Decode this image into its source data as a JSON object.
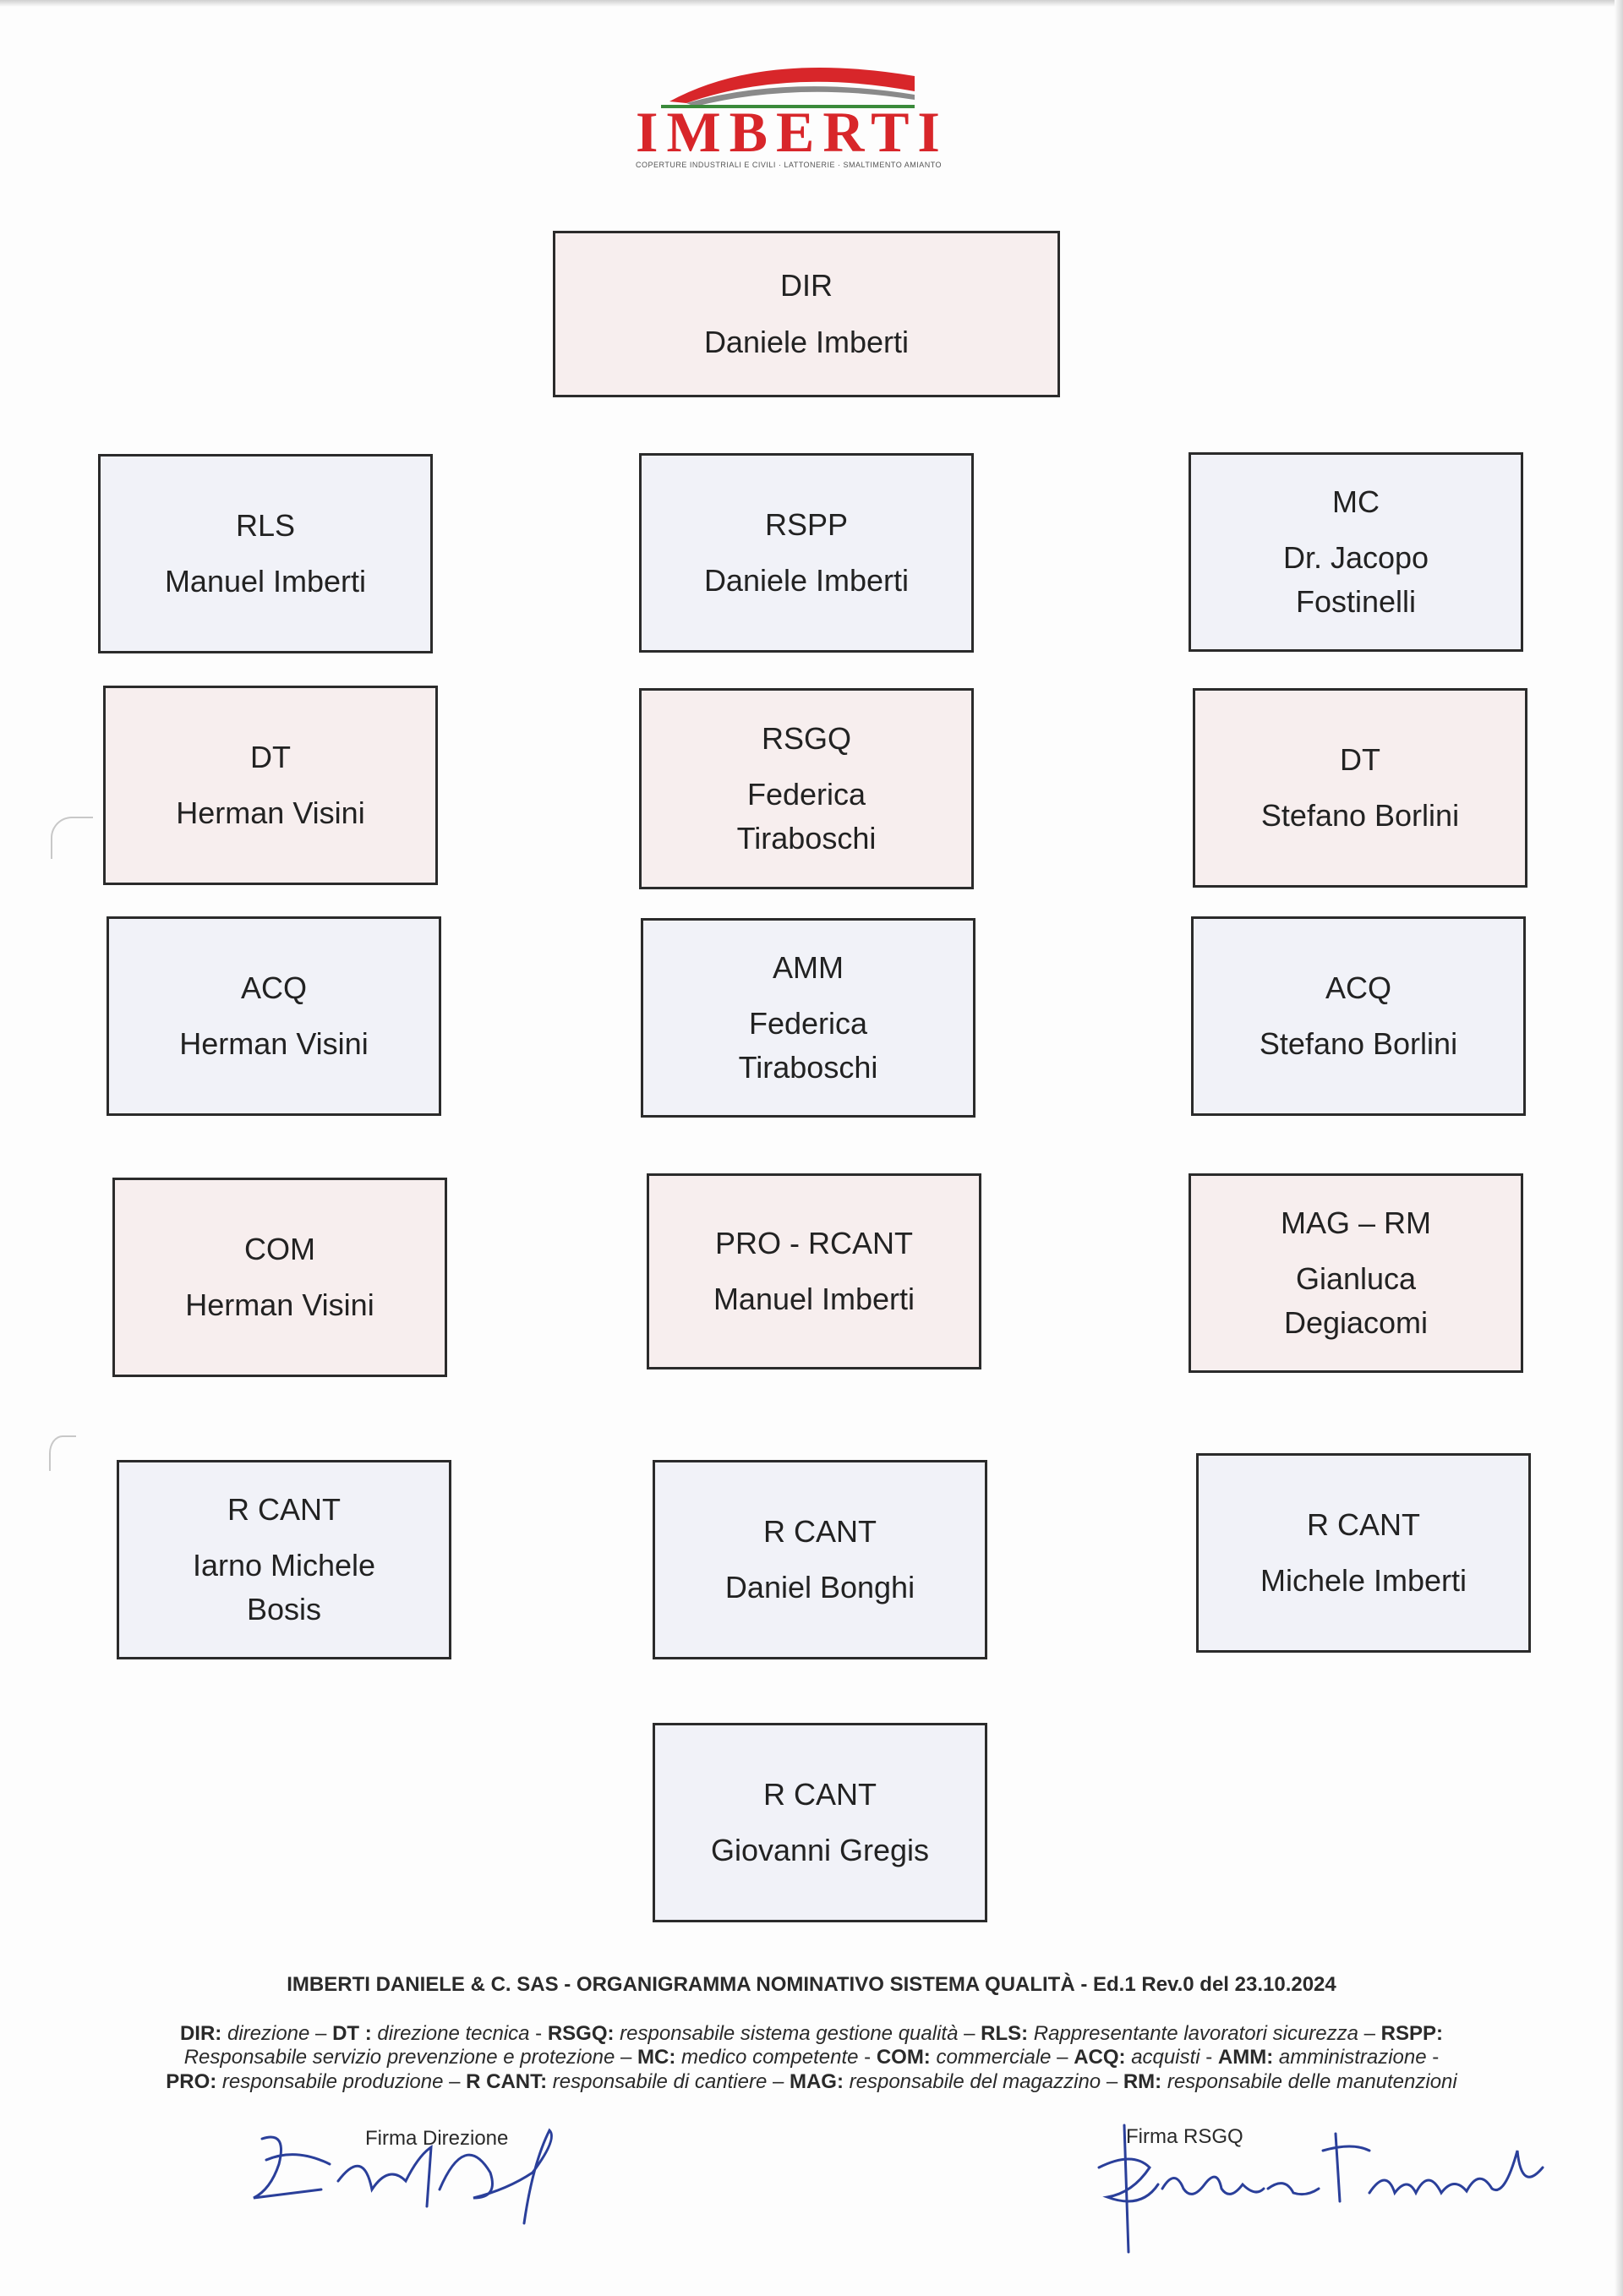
{
  "logo": {
    "wordmark": "IMBERTI",
    "tagline": "COPERTURE INDUSTRIALI E CIVILI · LATTONERIE · SMALTIMENTO AMIANTO",
    "colors": {
      "red": "#d8262a",
      "green": "#3a8a3a"
    }
  },
  "org_chart": {
    "top": {
      "role": "DIR",
      "person": "Daniele Imberti"
    },
    "rows": [
      [
        {
          "role": "RLS",
          "person": "Manuel  Imberti"
        },
        {
          "role": "RSPP",
          "person": "Daniele Imberti"
        },
        {
          "role": "MC",
          "person": "Dr. Jacopo\nFostinelli"
        }
      ],
      [
        {
          "role": "DT",
          "person": "Herman Visini"
        },
        {
          "role": "RSGQ",
          "person": "Federica\nTiraboschi"
        },
        {
          "role": "DT",
          "person": "Stefano Borlini"
        }
      ],
      [
        {
          "role": "ACQ",
          "person": "Herman Visini"
        },
        {
          "role": "AMM",
          "person": "Federica\nTiraboschi"
        },
        {
          "role": "ACQ",
          "person": "Stefano Borlini"
        }
      ],
      [
        {
          "role": "COM",
          "person": "Herman Visini"
        },
        {
          "role": "PRO - RCANT",
          "person": "Manuel  Imberti"
        },
        {
          "role": "MAG – RM",
          "person": "Gianluca\nDegiacomi"
        }
      ],
      [
        {
          "role": "R CANT",
          "person": "Iarno Michele\nBosis"
        },
        {
          "role": "R CANT",
          "person": "Daniel Bonghi"
        },
        {
          "role": "R CANT",
          "person": "Michele Imberti"
        }
      ]
    ],
    "bottom": {
      "role": "R CANT",
      "person": "Giovanni Gregis"
    },
    "box_colors": {
      "blue": "#f1f2f8",
      "pink": "#f7eeee",
      "border": "#2b2b2b"
    }
  },
  "footer": {
    "title": "IMBERTI DANIELE & C. SAS  - ORGANIGRAMMA NOMINATIVO SISTEMA QUALITÀ - Ed.1 Rev.0 del 23.10.2024",
    "legend": [
      {
        "abbr": "DIR:",
        "desc": "direzione",
        "sep": " – "
      },
      {
        "abbr": "DT :",
        "desc": "direzione tecnica",
        "sep": " - "
      },
      {
        "abbr": "RSGQ:",
        "desc": "responsabile sistema gestione qualità",
        "sep": " – "
      },
      {
        "abbr": "RLS:",
        "desc": "Rappresentante lavoratori sicurezza",
        "sep": " – "
      },
      {
        "abbr": "RSPP:",
        "desc": "Responsabile servizio prevenzione e protezione",
        "sep": " – "
      },
      {
        "abbr": "MC:",
        "desc": "medico competente",
        "sep": " - "
      },
      {
        "abbr": "COM:",
        "desc": "commerciale",
        "sep": " – "
      },
      {
        "abbr": "ACQ:",
        "desc": "acquisti",
        "sep": " - "
      },
      {
        "abbr": "AMM:",
        "desc": "amministrazione",
        "sep": " - "
      },
      {
        "abbr": "PRO:",
        "desc": "responsabile produzione",
        "sep": " – "
      },
      {
        "abbr": "R CANT:",
        "desc": "responsabile di cantiere",
        "sep": " – "
      },
      {
        "abbr": "MAG:",
        "desc": "responsabile del magazzino",
        "sep": " – "
      },
      {
        "abbr": "RM:",
        "desc": "responsabile delle manutenzioni",
        "sep": ""
      }
    ],
    "signatures": {
      "direzione_label": "Firma Direzione",
      "rsgq_label": "Firma RSGQ",
      "direzione_sig": "Daniele Imberti",
      "rsgq_sig": "Federica Tiraboschi",
      "ink_color": "#2a3f9a"
    }
  }
}
